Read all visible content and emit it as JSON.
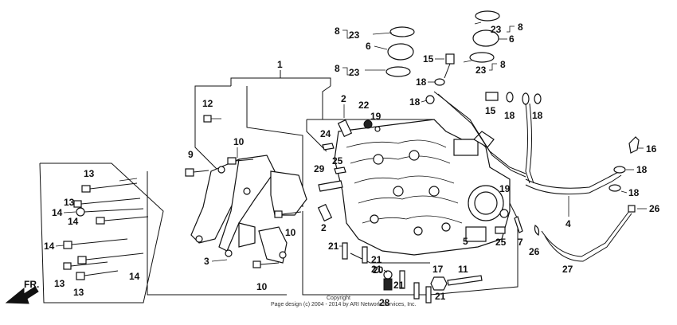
{
  "callouts": [
    "1",
    "2",
    "3",
    "4",
    "5",
    "6",
    "7",
    "8",
    "9",
    "10",
    "11",
    "12",
    "13",
    "14",
    "15",
    "16",
    "17",
    "18",
    "19",
    "20",
    "21",
    "22",
    "23",
    "24",
    "25",
    "26",
    "27",
    "28",
    "29"
  ],
  "direction_label": "FR.",
  "copyright_line1": "Copyright",
  "copyright_line2": "Page design (c) 2004 - 2014 by ARI Network Services, Inc."
}
